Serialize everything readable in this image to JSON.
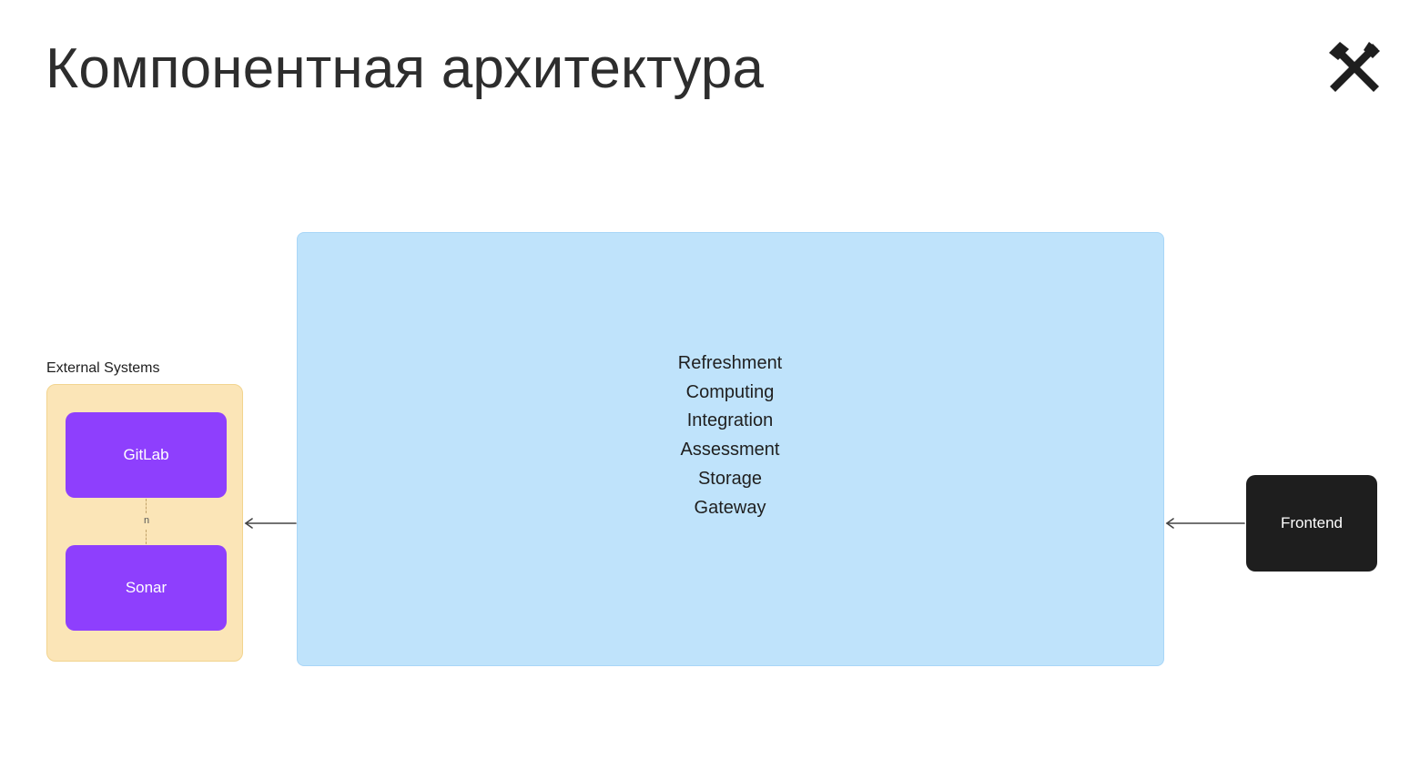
{
  "slide": {
    "title": "Компонентная архитектура",
    "logo_icon": "hammer-cross-logo"
  },
  "external_systems": {
    "label": "External Systems",
    "systems": [
      {
        "name": "GitLab"
      },
      {
        "name": "Sonar"
      }
    ],
    "link_label": "n"
  },
  "core": {
    "modules": [
      "Refreshment",
      "Computing",
      "Integration",
      "Assessment",
      "Storage",
      "Gateway"
    ]
  },
  "frontend": {
    "label": "Frontend"
  },
  "colors": {
    "external_bg": "#fbe5b7",
    "system_bg": "#8e3ffd",
    "core_bg": "#bfe3fb",
    "frontend_bg": "#1e1e1e"
  }
}
